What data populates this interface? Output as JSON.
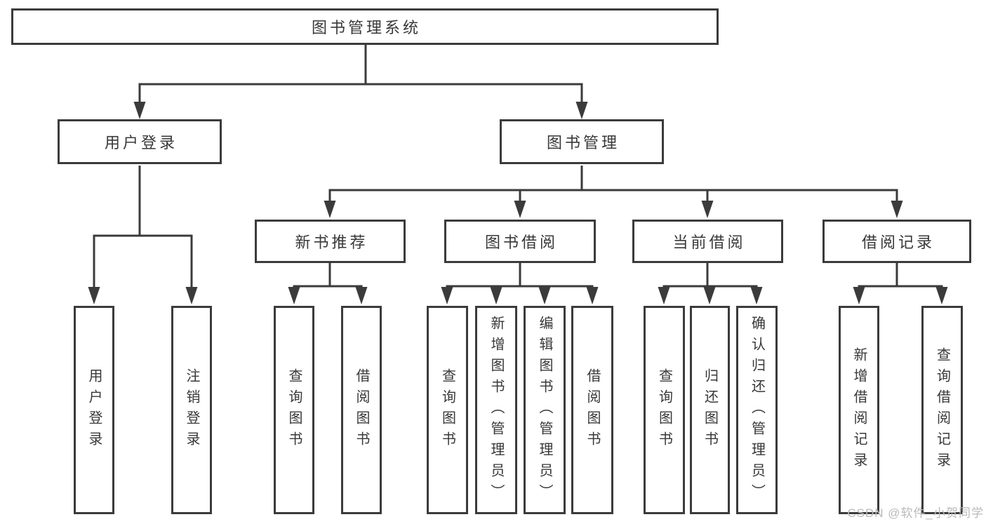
{
  "diagram": {
    "root": {
      "label": "图书管理系统"
    },
    "branches": [
      {
        "label": "用户登录",
        "children": [
          {
            "label": "用户登录"
          },
          {
            "label": "注销登录"
          }
        ]
      },
      {
        "label": "图书管理",
        "children": [
          {
            "label": "新书推荐",
            "children": [
              {
                "label": "查询图书"
              },
              {
                "label": "借阅图书"
              }
            ]
          },
          {
            "label": "图书借阅",
            "children": [
              {
                "label": "查询图书"
              },
              {
                "label": "新增图书（管理员）"
              },
              {
                "label": "编辑图书（管理员）"
              },
              {
                "label": "借阅图书"
              }
            ]
          },
          {
            "label": "当前借阅",
            "children": [
              {
                "label": "查询图书"
              },
              {
                "label": "归还图书"
              },
              {
                "label": "确认归还（管理员）"
              }
            ]
          },
          {
            "label": "借阅记录",
            "children": [
              {
                "label": "新增借阅记录"
              },
              {
                "label": "查询借阅记录"
              }
            ]
          }
        ]
      }
    ]
  },
  "watermark": {
    "text": "CSDN @软件_小贺同学"
  },
  "colors": {
    "line": "#3b3b3b",
    "text": "#383838",
    "watermark": "#b7babe",
    "background": "#ffffff"
  }
}
